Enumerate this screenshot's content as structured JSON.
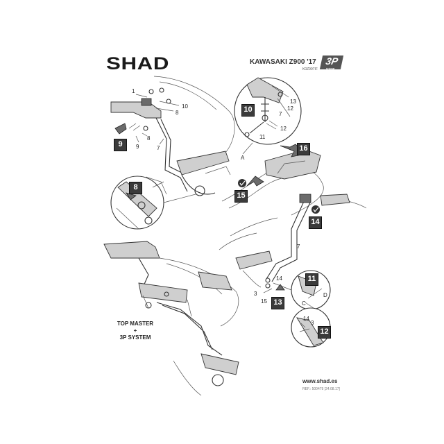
{
  "header": {
    "brand": "SHAD",
    "model": "KAWASAKI Z900 '17",
    "ref_code": "K0Z997IF",
    "badge_text": "3P",
    "badge_sub": "SYSTEM"
  },
  "steps": {
    "s8": "8",
    "s9": "9",
    "s10": "10",
    "s11": "11",
    "s12": "12",
    "s13": "13",
    "s14": "14",
    "s15": "15",
    "s16": "16"
  },
  "callouts": {
    "c1": "1",
    "c3a": "3",
    "c3b": "3",
    "c7a": "7",
    "c7b": "7",
    "c7c": "7",
    "c8a": "8",
    "c8b": "8",
    "c9": "9",
    "c10": "10",
    "c11": "11",
    "c12a": "12",
    "c12b": "12",
    "c13": "13",
    "c14a": "14",
    "c14b": "14",
    "c15": "15",
    "cA": "A",
    "cC": "C",
    "cD": "D"
  },
  "footer": {
    "top_master_line1": "TOP MASTER",
    "top_master_plus": "+",
    "top_master_line2": "3P SYSTEM",
    "website": "www.shad.es",
    "ref": "REF.: 500479 [24.08.17]"
  },
  "colors": {
    "step_box": "#3b3b3b",
    "line": "#333333"
  }
}
